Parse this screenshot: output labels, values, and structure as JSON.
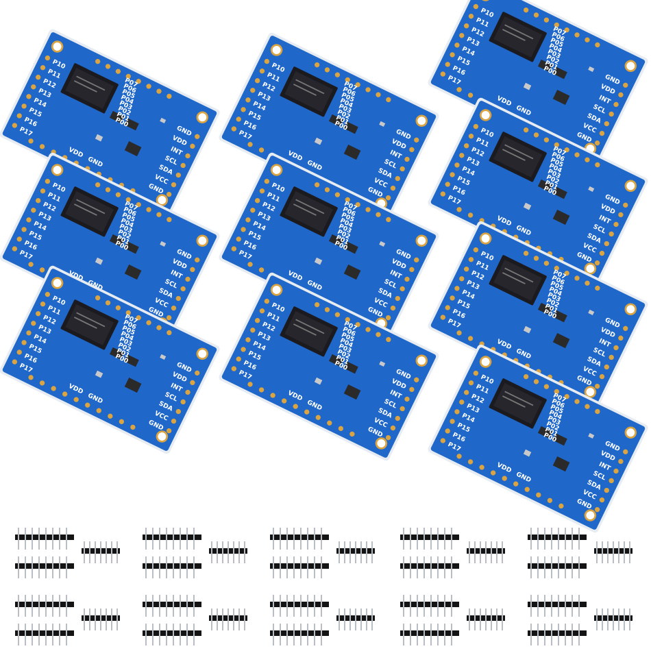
{
  "colors": {
    "background": "#ffffff",
    "pcb_blue": "#1f67c9",
    "pcb_edge": "#dfe6ee",
    "pad_gold": "#d9a441",
    "chip_black": "#1b1b1f",
    "header_black": "#141414",
    "pin_silver": "#b9bec4"
  },
  "board": {
    "silkscreen": {
      "left": [
        "P10",
        "P11",
        "P12",
        "P13",
        "P14",
        "P15",
        "P16",
        "P17"
      ],
      "top": [
        "P07",
        "P06",
        "P05",
        "P04",
        "P03",
        "P02",
        "P01",
        "P00"
      ],
      "right": [
        "GND",
        "VDD",
        "INT",
        "SCL",
        "SDA",
        "VCC",
        "GND"
      ],
      "bottom": [
        "VDD",
        "GND"
      ]
    }
  },
  "boards_count": 10,
  "header_groups_count": 10
}
